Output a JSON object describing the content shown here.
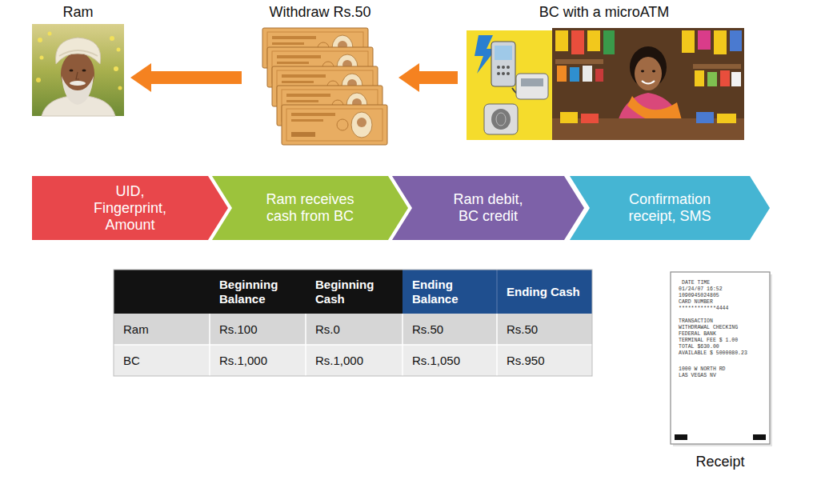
{
  "diagram": {
    "nodes": [
      {
        "text": [
          "Ram"
        ]
      },
      {
        "text": [
          "Withdraw Rs.50"
        ]
      },
      {
        "text": [
          "BC with a microATM"
        ]
      },
      {
        "text": [
          "UID, Fingerprint, Amount"
        ]
      },
      {
        "text": [
          "Ram receives cash from BC"
        ]
      },
      {
        "text": [
          "Ram debit, BC credit"
        ]
      },
      {
        "text": [
          "Confirmation receipt, SMS"
        ]
      },
      {
        "text": [
          "Receipt",
          "DATE TIME",
          "01/24/07 16:52",
          "1090945024805",
          "CARD NUMBER",
          "************4444",
          "TRANSACTION",
          "WITHDRAWAL CHECKING",
          "FEDERAL BANK",
          "TERMINAL FEE $ 1.00",
          "TOTAL $630.00",
          "AVAILABLE $ 5000080.23",
          "1000 W NORTH RD",
          "LAS VEGAS NV"
        ]
      }
    ],
    "edges": [
      {
        "from": 2,
        "to": 1,
        "arrow": "to"
      },
      {
        "from": 1,
        "to": 0,
        "arrow": "to"
      }
    ],
    "labels": [
      "Beginning Balance",
      "Beginning Cash",
      "Ending Balance",
      "Ending Cash",
      "Ram",
      "Rs.100",
      "Rs.0",
      "Rs.50",
      "Rs.50",
      "BC",
      "Rs.1,000",
      "Rs.1,000",
      "Rs.1,050",
      "Rs.950"
    ]
  }
}
